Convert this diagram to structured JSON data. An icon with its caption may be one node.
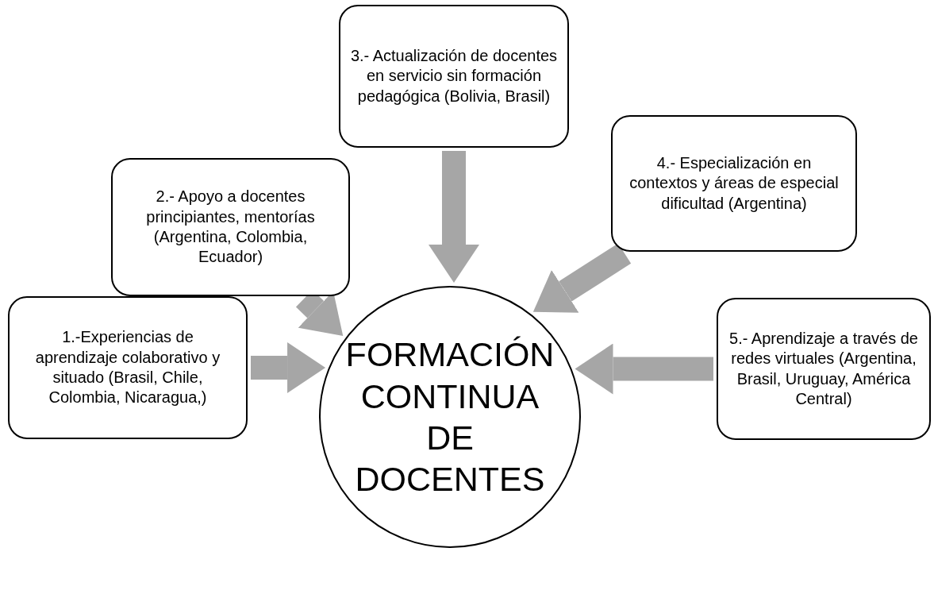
{
  "diagram": {
    "nodes": [
      {
        "text": [
          "1.-Experiencias de aprendizaje colaborativo y situado (Brasil, Chile, Colombia, Nicaragua,)"
        ]
      },
      {
        "text": [
          "2.- Apoyo a docentes principiantes, mentorías (Argentina, Colombia, Ecuador)"
        ]
      },
      {
        "text": [
          "3.- Actualización de docentes en servicio sin formación pedagógica (Bolivia, Brasil)"
        ]
      },
      {
        "text": [
          "4.- Especialización en contextos y áreas de especial dificultad (Argentina)"
        ]
      },
      {
        "text": [
          "5.- Aprendizaje a través de redes virtuales (Argentina, Brasil, Uruguay, América Central)"
        ]
      },
      {
        "text": [
          "FORMACIÓN CONTINUA DE DOCENTES"
        ]
      }
    ],
    "edges": [
      {
        "from": 0,
        "to": 5,
        "arrow": "to"
      },
      {
        "from": 1,
        "to": 5,
        "arrow": "to"
      },
      {
        "from": 2,
        "to": 5,
        "arrow": "to"
      },
      {
        "from": 3,
        "to": 5,
        "arrow": "to"
      },
      {
        "from": 4,
        "to": 5,
        "arrow": "to"
      }
    ]
  }
}
